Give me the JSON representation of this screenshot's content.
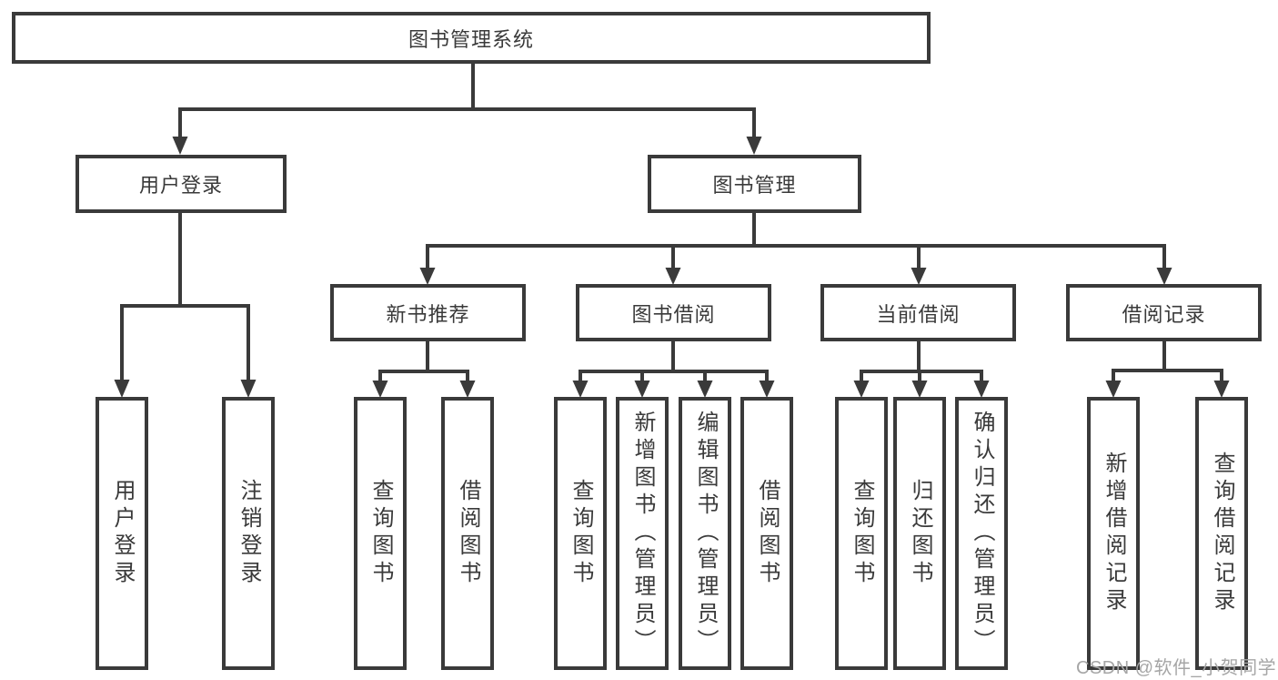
{
  "diagram_type": "hierarchy-tree",
  "colors": {
    "background": "#ffffff",
    "box_border": "#3a3a3a",
    "connector_line": "#3a3a3a",
    "text": "#3a3a3a",
    "watermark_text": "#a6a6a6"
  },
  "tree": {
    "root": {
      "label": "图书管理系统",
      "children": [
        {
          "label": "用户登录",
          "children": [
            {
              "label": "用户登录"
            },
            {
              "label": "注销登录"
            }
          ]
        },
        {
          "label": "图书管理",
          "children": [
            {
              "label": "新书推荐",
              "children": [
                {
                  "label": "查询图书"
                },
                {
                  "label": "借阅图书"
                }
              ]
            },
            {
              "label": "图书借阅",
              "children": [
                {
                  "label": "查询图书"
                },
                {
                  "label": "新增图书（管理员）"
                },
                {
                  "label": "编辑图书（管理员）"
                },
                {
                  "label": "借阅图书"
                }
              ]
            },
            {
              "label": "当前借阅",
              "children": [
                {
                  "label": "查询图书"
                },
                {
                  "label": "归还图书"
                },
                {
                  "label": "确认归还（管理员）"
                }
              ]
            },
            {
              "label": "借阅记录",
              "children": [
                {
                  "label": "新增借阅记录"
                },
                {
                  "label": "查询借阅记录"
                }
              ]
            }
          ]
        }
      ]
    }
  },
  "watermark": {
    "text": "CSDN @软件_小贺同学"
  }
}
